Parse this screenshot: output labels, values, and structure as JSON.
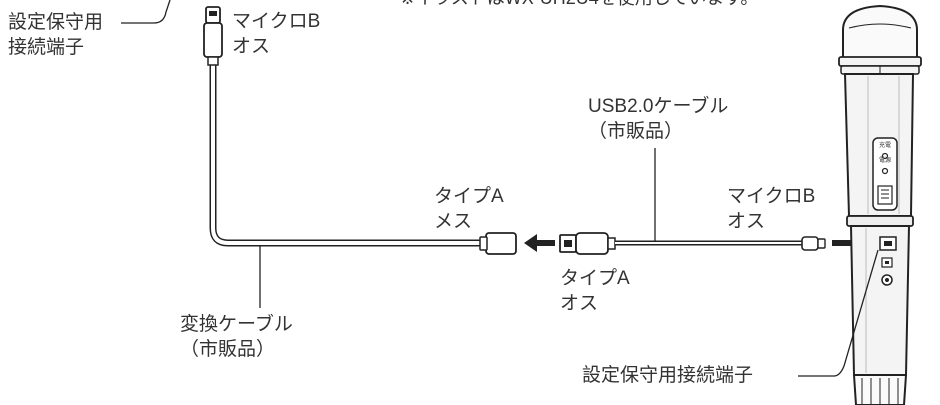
{
  "note": "※イラストはWX-UH2U4を使用しています。",
  "callouts": {
    "top_port": {
      "line1": "設定保守用",
      "line2": "接続端子"
    },
    "micro_b_top": {
      "line1": "マイクロB",
      "line2": "オス"
    },
    "usb_cable": {
      "line1": "USB2.0ケーブル",
      "line2": "（市販品）"
    },
    "type_a_female": {
      "line1": "タイプA",
      "line2": "メス"
    },
    "micro_b_right": {
      "line1": "マイクロB",
      "line2": "オス"
    },
    "type_a_male": {
      "line1": "タイプA",
      "line2": "オス"
    },
    "conversion_cable": {
      "line1": "変換ケーブル",
      "line2": "（市販品）"
    },
    "mic_port": {
      "text": "設定保守用接続端子"
    }
  },
  "mic_panel_text": {
    "charge": "充電",
    "power": "電源"
  },
  "colors": {
    "ink": "#333333",
    "line": "#222222",
    "mic_body": "#f4f4f4",
    "mic_grille": "#fafafa"
  }
}
